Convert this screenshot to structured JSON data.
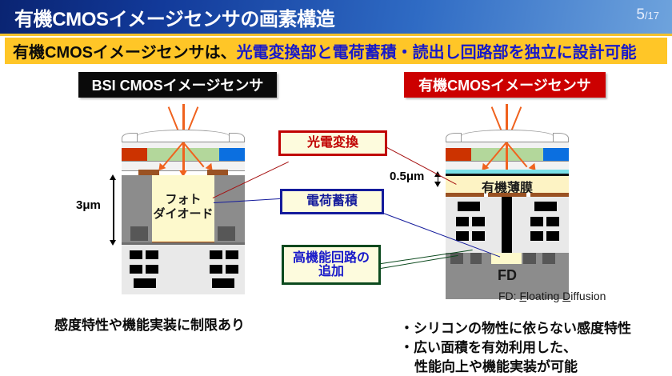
{
  "header": {
    "title": "有機CMOSイメージセンサの画素構造",
    "page_current": "5",
    "page_total": "/17",
    "bar_color_dark": "#0a2472",
    "bar_color_light": "#6ea3dd",
    "rule_color": "#f2c12e"
  },
  "subtitle": {
    "part_black": "有機CMOSイメージセンサは、",
    "part_blue": "光電変換部と電荷蓄積・読出し回路部を独立に設計可能",
    "band_color": "#ffc627",
    "black_color": "#0b0b0b",
    "blue_color": "#1819c9"
  },
  "sections": {
    "left_chip": "BSI CMOSイメージセンサ",
    "left_chip_color": "#0a0a0a",
    "right_chip": "有機CMOSイメージセンサ",
    "right_chip_color": "#cc0000"
  },
  "left_diagram": {
    "photodiode_line1": "フォト",
    "photodiode_line2": "ダイオード",
    "thickness_label": "3μm",
    "filter_red": "#cc3300",
    "filter_green": "#b3d79b",
    "filter_blue": "#0b6fe0",
    "silicon_color": "#8c8c8c",
    "photodiode_color": "#fdf9cc",
    "circuit_color": "#e9e9e9"
  },
  "right_diagram": {
    "organic_film_label": "有機薄膜",
    "fd_label": "FD",
    "thickness_label": "0.5μm",
    "organic_film_color": "#fdf3c4",
    "cyan_layer_color": "#79e0e8",
    "silicon_color": "#8c8c8c",
    "circuit_color": "#e9e9e9"
  },
  "callouts": [
    {
      "id": "photoelectric-conversion",
      "text": "光電変換",
      "border": "#c00000",
      "text_color": "#c00000"
    },
    {
      "id": "charge-accumulation",
      "text": "電荷蓄積",
      "border": "#151c9c",
      "text_color": "#151c9c"
    },
    {
      "id": "high-function-circuit-line1",
      "text": "高機能回路の",
      "text_line2": "追加",
      "border": "#0c4a1e",
      "text_color": "#1819c9"
    }
  ],
  "callout_high_function": {
    "line1": "高機能回路の",
    "line2": "追加"
  },
  "footnote": {
    "fd_prefix": "FD: ",
    "fd_f": "F",
    "fd_loating": "loating ",
    "fd_d": "D",
    "fd_iffusion": "iffusion"
  },
  "conclusions": {
    "left": "感度特性や機能実装に制限あり",
    "right_line1": "・シリコンの物性に依らない感度特性",
    "right_line2": "・広い面積を有効利用した、",
    "right_line3": "性能向上や機能実装が可能"
  }
}
